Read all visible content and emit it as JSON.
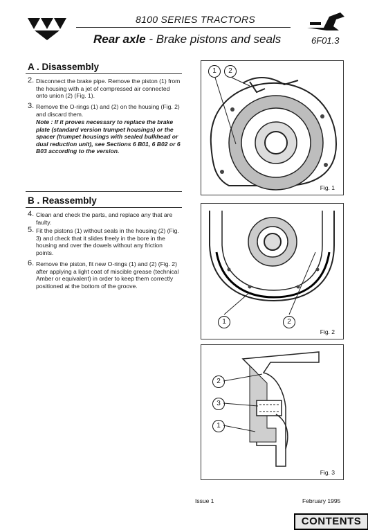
{
  "header": {
    "series": "8100 SERIES TRACTORS",
    "title_bold": "Rear axle",
    "title_rest": " - Brake pistons and seals",
    "code": "6F01.3"
  },
  "sections": [
    {
      "heading": "A . Disassembly",
      "steps": [
        {
          "num": "2.",
          "text": "Disconnect the brake pipe. Remove the piston (1) from the housing with a jet of compressed air connected onto union (2) (Fig. 1)."
        },
        {
          "num": "3.",
          "text": "Remove the O-rings (1) and (2) on the housing (Fig. 2) and discard them."
        }
      ],
      "note": "Note : If it proves necessary to replace the brake plate (standard version trumpet housings) or the spacer (trumpet housings with sealed bulkhead or dual reduction unit), see Sections 6 B01, 6 B02 or 6 B03 according to the version."
    },
    {
      "heading": "B . Reassembly",
      "steps": [
        {
          "num": "4.",
          "text": "Clean and check the parts, and replace any that are faulty."
        },
        {
          "num": "5.",
          "text": "Fit the pistons (1) without seals in the housing (2) (Fig. 3) and check that it slides freely in the bore in the housing and over the dowels without any friction points."
        },
        {
          "num": "6.",
          "text": "Remove the piston, fit new O-rings (1) and (2) (Fig. 2) after applying a light coat of miscible grease (technical Amber or equivalent) in order to keep them correctly positioned at the bottom of the groove."
        }
      ]
    }
  ],
  "figures": [
    {
      "label": "Fig. 1",
      "callouts": [
        "1",
        "2"
      ]
    },
    {
      "label": "Fig. 2",
      "callouts": [
        "1",
        "2"
      ]
    },
    {
      "label": "Fig. 3",
      "callouts": [
        "2",
        "3",
        "1"
      ]
    }
  ],
  "footer": {
    "issue": "Issue 1",
    "date": "February 1995",
    "contents_button": "CONTENTS"
  }
}
